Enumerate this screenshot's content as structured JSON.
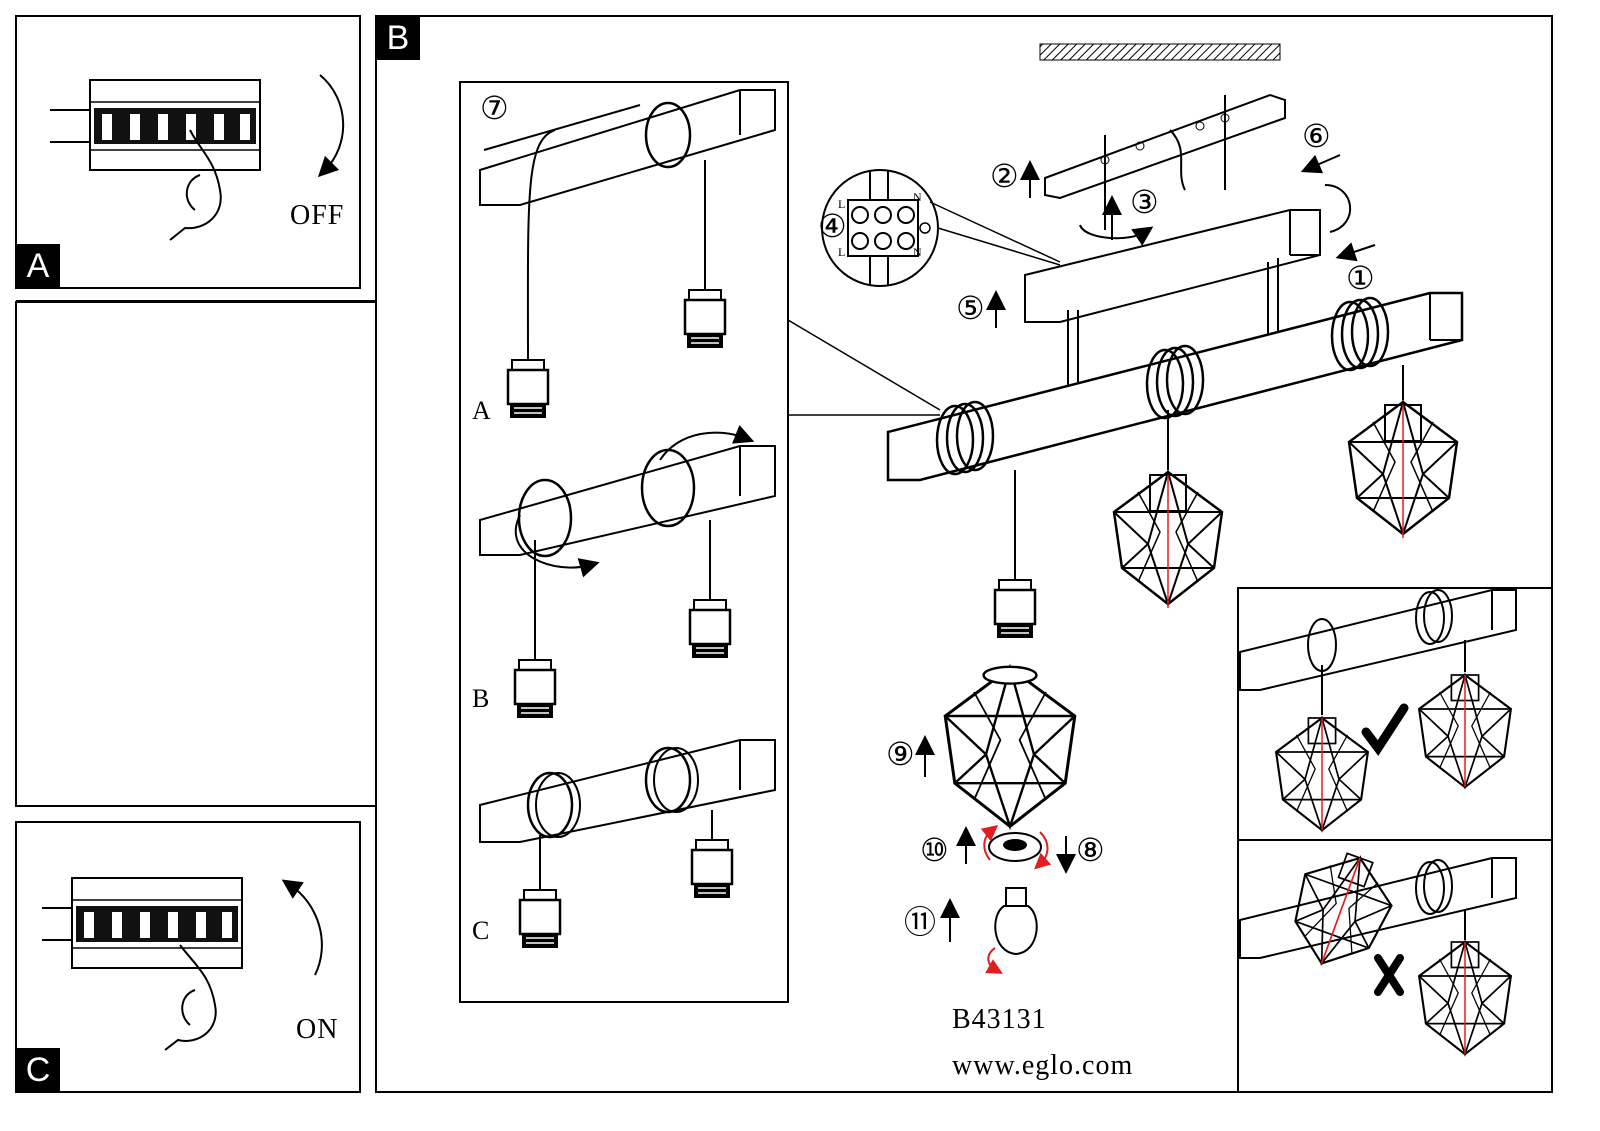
{
  "panels": {
    "a": {
      "badge": "A",
      "switch_label": "OFF"
    },
    "b": {
      "badge": "B"
    },
    "c": {
      "badge": "C",
      "switch_label": "ON"
    }
  },
  "cable_wrap": {
    "step": "⑦",
    "variants": [
      "A",
      "B",
      "C"
    ]
  },
  "assembly_steps": [
    "①",
    "②",
    "③",
    "④",
    "⑤",
    "⑥",
    "⑧",
    "⑨",
    "⑩",
    "⑪"
  ],
  "terminal_marks": {
    "live": "L",
    "neutral": "N"
  },
  "footer": {
    "model": "B43131",
    "website": "www.eglo.com"
  },
  "colors": {
    "line": "#000000",
    "accent": "#e02020"
  }
}
